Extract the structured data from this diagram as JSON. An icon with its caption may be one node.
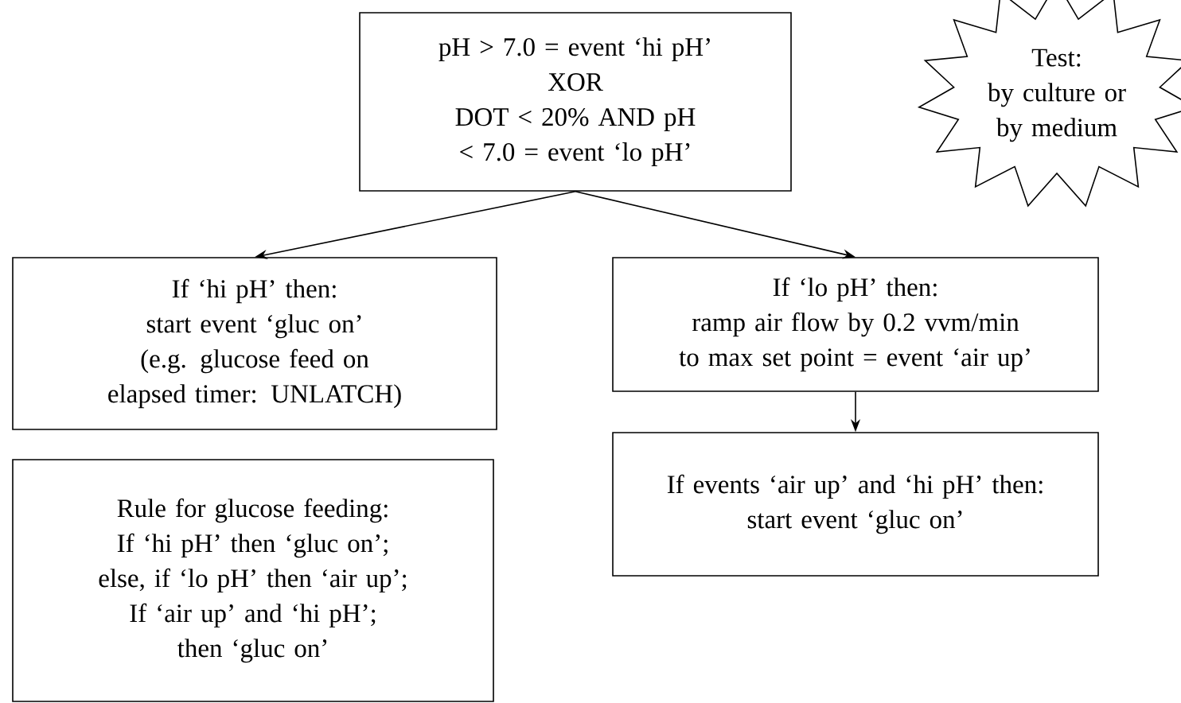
{
  "diagram": {
    "nodes": [
      {
        "text": [
          "pH > 7.0 = event ‘hi pH’",
          "XOR",
          "DOT < 20% AND pH < 7.0 = event ‘lo pH’"
        ]
      },
      {
        "text": [
          "Test:",
          "by culture or by medium"
        ]
      },
      {
        "text": [
          "If ‘hi pH’ then:",
          "start event ‘gluc on’",
          "(e.g. glucose feed on elapsed timer: UNLATCH)"
        ]
      },
      {
        "text": [
          "If ‘lo pH’ then:",
          "ramp air flow by 0.2 vvm/min to max set point = event ‘air up’"
        ]
      },
      {
        "text": [
          "If events ‘air up’ and ‘hi pH’ then:",
          "start event ‘gluc on’"
        ]
      },
      {
        "text": [
          "Rule for glucose feeding:",
          "If ‘hi pH’ then ‘gluc on’;",
          "else, if  ‘lo pH’ then ‘air up’;",
          "If ‘air up’ and ‘hi pH’;",
          "then ‘gluc on’"
        ]
      }
    ],
    "edges": [
      {
        "from": 0,
        "to": 2,
        "arrow": "to"
      },
      {
        "from": 0,
        "to": 3,
        "arrow": "to"
      },
      {
        "from": 3,
        "to": 4,
        "arrow": "to"
      }
    ]
  }
}
